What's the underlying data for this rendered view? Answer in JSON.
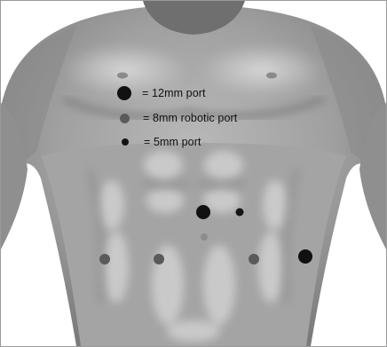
{
  "legend": {
    "items": [
      {
        "text": "= 12mm port",
        "kind": "port-12mm",
        "color": "#111111"
      },
      {
        "text": "= 8mm robotic port",
        "kind": "port-8mm-robotic",
        "color": "#5a5a5a"
      },
      {
        "text": "= 5mm port",
        "kind": "port-5mm",
        "color": "#151515"
      }
    ]
  },
  "ports": [
    {
      "kind": "port-12mm",
      "location": "umbilical"
    },
    {
      "kind": "port-5mm",
      "location": "right-of-umbilicus"
    },
    {
      "kind": "port-12mm",
      "location": "right-lateral-lower"
    },
    {
      "kind": "port-8mm-robotic",
      "location": "far-left-lower"
    },
    {
      "kind": "port-8mm-robotic",
      "location": "left-lower"
    },
    {
      "kind": "port-8mm-robotic",
      "location": "right-lower"
    }
  ],
  "colors": {
    "frame_border": "#9a9a9a",
    "skin_light": "#c9c9c9",
    "skin_mid": "#9e9e9e",
    "skin_dark": "#6e6e6e",
    "background": "#ffffff"
  }
}
